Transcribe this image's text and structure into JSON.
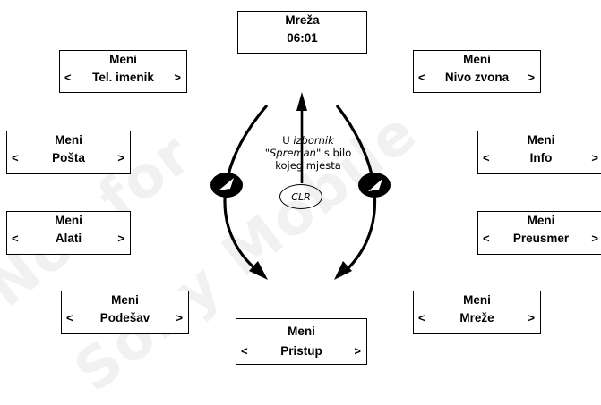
{
  "watermark": {
    "line1": "Not for",
    "line2": "Sony Mobile"
  },
  "top_screen": {
    "line1": "Mreža",
    "line2": "06:01"
  },
  "menus": [
    {
      "id": "tel-imenik",
      "title": "Meni",
      "label": "Tel. imenik",
      "left": "<",
      "right": ">"
    },
    {
      "id": "posta",
      "title": "Meni",
      "label": "Pošta",
      "left": "<",
      "right": ">"
    },
    {
      "id": "alati",
      "title": "Meni",
      "label": "Alati",
      "left": "<",
      "right": ">"
    },
    {
      "id": "podesav",
      "title": "Meni",
      "label": "Podešav",
      "left": "<",
      "right": ">"
    },
    {
      "id": "pristup",
      "title": "Meni",
      "label": "Pristup",
      "left": "<",
      "right": ">"
    },
    {
      "id": "mreze",
      "title": "Meni",
      "label": "Mreže",
      "left": "<",
      "right": ">"
    },
    {
      "id": "preusmer",
      "title": "Meni",
      "label": "Preusmer",
      "left": "<",
      "right": ">"
    },
    {
      "id": "info",
      "title": "Meni",
      "label": "Info",
      "left": "<",
      "right": ">"
    },
    {
      "id": "nivo-zvona",
      "title": "Meni",
      "label": "Nivo zvona",
      "left": "<",
      "right": ">"
    }
  ],
  "center_note": {
    "prefix": "U ",
    "italic1": "izbornik",
    "quote_open": "\"",
    "italic2": "Spreman",
    "rest1": "\" s bilo",
    "rest2": "kojeg mjesta"
  },
  "clr_key": "CLR"
}
